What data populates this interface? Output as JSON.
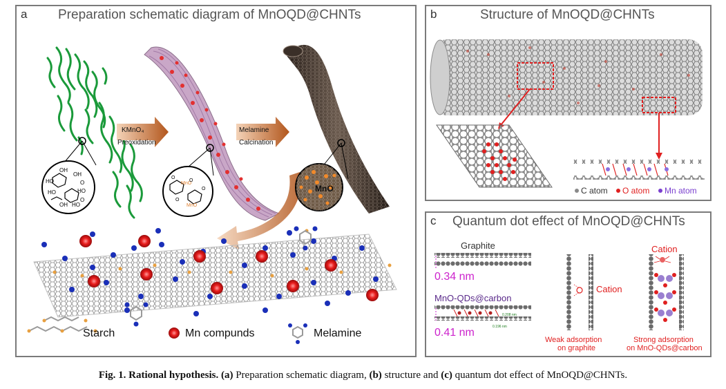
{
  "panel_a": {
    "label": "a",
    "title": "Preparation schematic diagram of MnOQD@CHNTs",
    "arrow1_line1": "KMnO₄",
    "arrow1_line2": "Preoxidation",
    "arrow2_line1": "Melamine",
    "arrow2_line2": "Calcination",
    "mno_label": "MnO",
    "legend_starch": "Starch",
    "legend_mn": "Mn compunds",
    "legend_melamine": "Melamine",
    "oh_groups": [
      "OH",
      "OH",
      "OH",
      "O",
      "OH",
      "HO",
      "O",
      "OH",
      "HO",
      "HO"
    ]
  },
  "panel_b": {
    "label": "b",
    "title": "Structure of MnOQD@CHNTs",
    "legend_c": "C atom",
    "legend_o": "O atom",
    "legend_mn": "Mn atom"
  },
  "panel_c": {
    "label": "c",
    "title": "Quantum dot effect of MnOQD@CHNTs",
    "graphite": "Graphite",
    "d1": "0.34 nm",
    "mno_carbon": "MnO-QDs@carbon",
    "d2": "0.41 nm",
    "small1": "0.208 nm",
    "small2": "0.196 nm",
    "cation1": "Cation",
    "cation2": "Cation",
    "weak_line1": "Weak adsorption",
    "weak_line2": "on graphite",
    "strong_line1": "Strong adsorption",
    "strong_line2": "on MnO-QDs@carbon"
  },
  "caption": {
    "prefix": "Fig. 1. Rational hypothesis.",
    "p1": "(a)",
    "t1": " Preparation schematic diagram, ",
    "p2": "(b)",
    "t2": " structure and ",
    "p3": "(c)",
    "t3": " quantum dot effect of MnOQD@CHNTs."
  },
  "colors": {
    "green": "#1a9a3a",
    "red": "#e02020",
    "blue": "#1a2fb8",
    "magenta": "#cc22cc",
    "purple": "#7a3fcf",
    "orange_arrow": "#c9692a",
    "gray_atom": "#8a8a8a"
  }
}
